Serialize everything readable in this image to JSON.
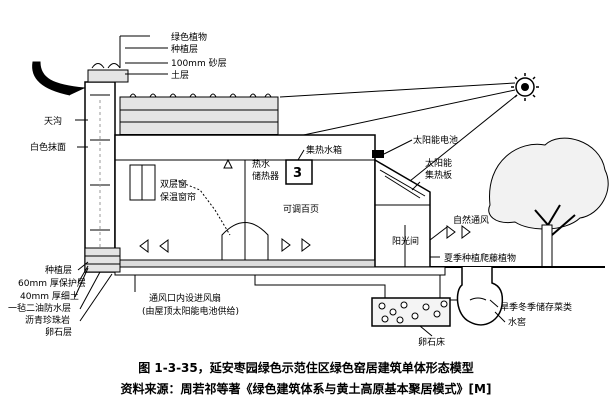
{
  "labels": {
    "green_plants": "绿色植物",
    "planting_layer": "种植层",
    "sand_layer": "100mm 砂层",
    "soil_layer": "土层",
    "gutter": "天沟",
    "white_plaster": "白色抹面",
    "solar_cell": "太阳能电池",
    "heat_collector_box": "集热水箱",
    "hot_water_tank": "热水\n储热器",
    "solar_collector_panel": "太阳能\n集热板",
    "double_window": "双层窗\n保温窗帘",
    "adjustable_louver": "可调百页",
    "natural_ventilation": "自然通风",
    "sunspace": "阳光间",
    "summer_vine": "夏季种植爬藤植物",
    "planting_layer_bottom": "种植层",
    "protect_layer": "60mm 厚保护层",
    "soil_40": "40mm 厚细土",
    "waterproof": "一毡二油防水层",
    "asphalt_gravel": "沥青珍珠岩",
    "pebble_layer": "卵石层",
    "vent_fan": "通风口内设进风扇",
    "vent_fan_note": "(由屋顶太阳能电池供给)",
    "pebble_bed": "卵石床",
    "storage": "旱季冬季储存菜类",
    "cellar": "水窖"
  },
  "caption": {
    "line1": "图 1-3-35，延安枣园绿色示范住区绿色窑居建筑单体形态模型",
    "line2": "资料来源：周若祁等著《绿色建筑体系与黄土高原基本聚居模式》[M]"
  }
}
